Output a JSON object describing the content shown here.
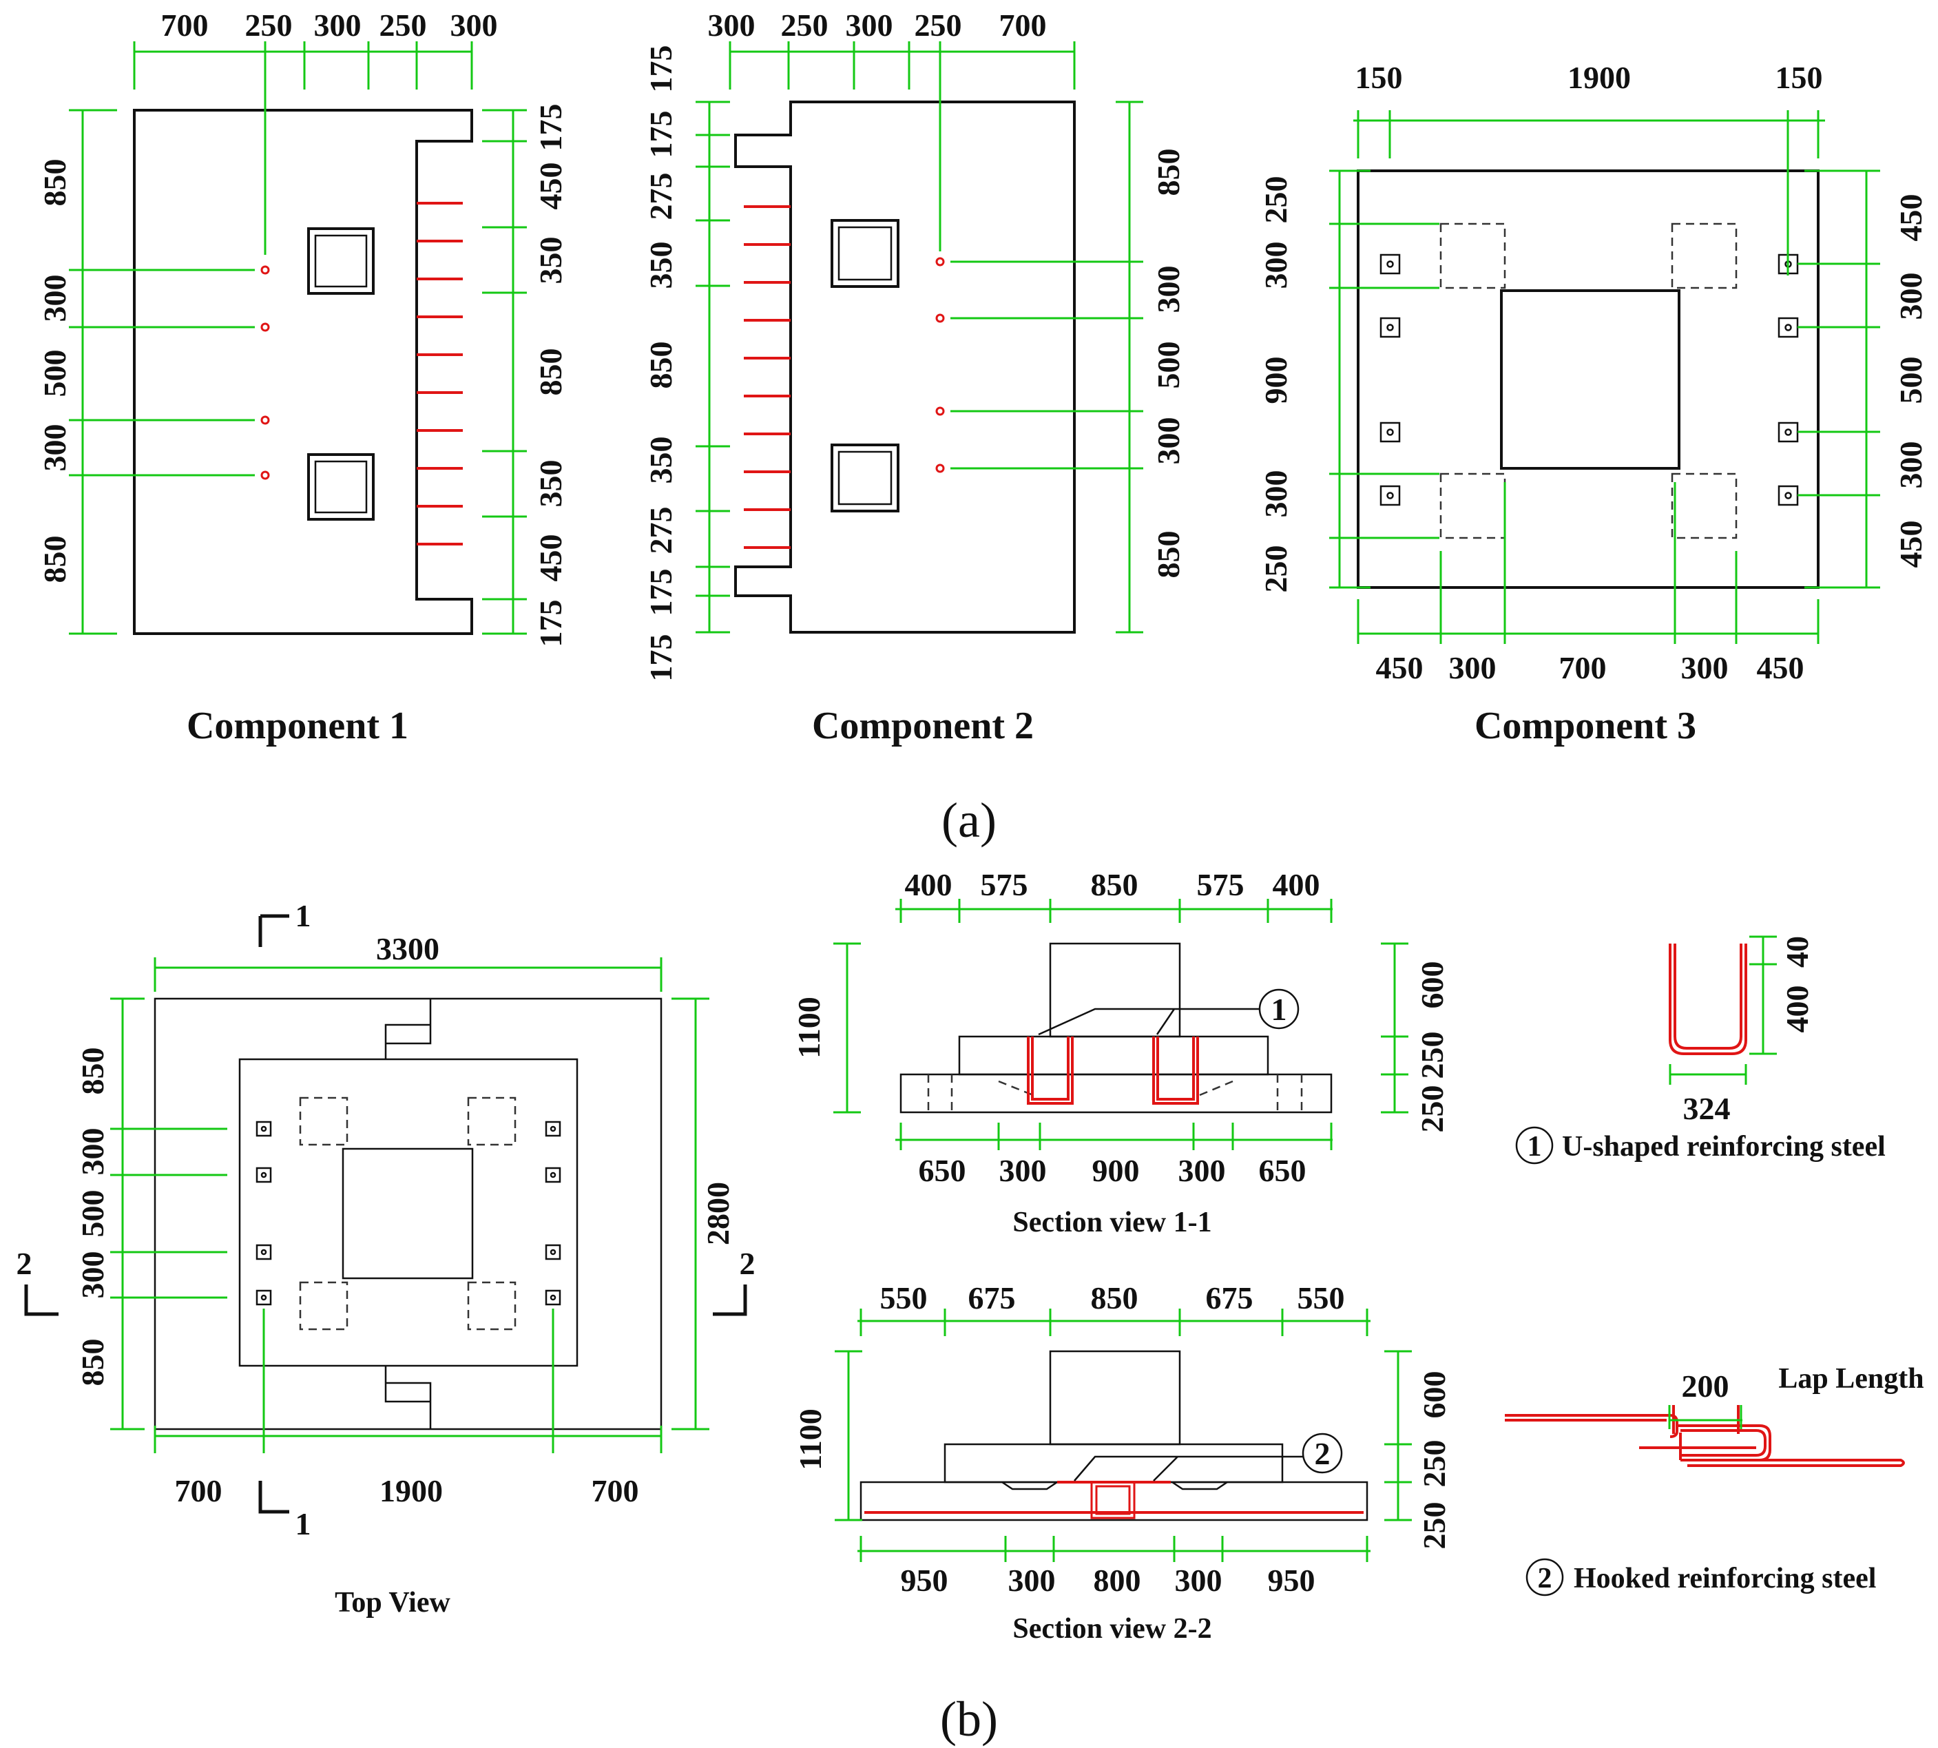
{
  "panel_a": "(a)",
  "panel_b": "(b)",
  "component1": {
    "caption": "Component 1",
    "top_dims": [
      "700",
      "250",
      "300",
      "250",
      "300"
    ],
    "left_dims": [
      "850",
      "300",
      "500",
      "300",
      "850"
    ],
    "right_dims": [
      "175",
      "450",
      "350",
      "850",
      "350",
      "450",
      "175"
    ]
  },
  "component2": {
    "caption": "Component 2",
    "top_dims": [
      "300",
      "250",
      "300",
      "250",
      "700"
    ],
    "left_dims": [
      "175",
      "175",
      "275",
      "350",
      "850",
      "350",
      "275",
      "175",
      "175"
    ],
    "right_dims": [
      "850",
      "300",
      "500",
      "300",
      "850"
    ]
  },
  "component3": {
    "caption": "Component 3",
    "top_dims": [
      "150",
      "1900",
      "150"
    ],
    "left_dims": [
      "250",
      "300",
      "900",
      "300",
      "250"
    ],
    "right_dims": [
      "450",
      "300",
      "500",
      "300",
      "450"
    ],
    "bottom_dims": [
      "450",
      "300",
      "700",
      "300",
      "450"
    ]
  },
  "top_view": {
    "caption": "Top View",
    "width": "3300",
    "height": "2800",
    "left_dims": [
      "850",
      "300",
      "500",
      "300",
      "850"
    ],
    "bottom_dims": [
      "700",
      "1900",
      "700"
    ],
    "section_marks": [
      "1",
      "1",
      "2",
      "2"
    ]
  },
  "section_1_1": {
    "caption": "Section view 1-1",
    "top_dims": [
      "400",
      "575",
      "850",
      "575",
      "400"
    ],
    "bottom_dims": [
      "650",
      "300",
      "900",
      "300",
      "650"
    ],
    "left_dim": "1100",
    "right_dims": [
      "600",
      "250",
      "250"
    ],
    "callout": "1"
  },
  "section_2_2": {
    "caption": "Section view 2-2",
    "top_dims": [
      "550",
      "675",
      "850",
      "675",
      "550"
    ],
    "bottom_dims": [
      "950",
      "300",
      "800",
      "300",
      "950"
    ],
    "left_dim": "1100",
    "right_dims": [
      "600",
      "250",
      "250"
    ],
    "callout": "2"
  },
  "detail_u": {
    "dims": [
      "40",
      "400",
      "324"
    ],
    "number": "1",
    "label": "U-shaped  reinforcing steel"
  },
  "detail_hook": {
    "dim": "200",
    "lap": "Lap  Length",
    "number": "2",
    "label": "Hooked reinforcing steel"
  },
  "colors": {
    "dimension": "#14c814",
    "rebar": "#e01515",
    "outline": "#111111"
  }
}
